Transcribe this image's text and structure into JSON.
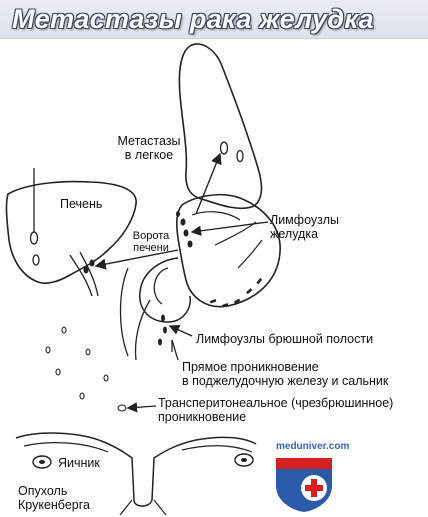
{
  "title": "Метастазы рака желудка",
  "labels": {
    "lung_line1": "Метастазы",
    "lung_line2": "в легкое",
    "liver": "Печень",
    "porta_line1": "Ворота",
    "porta_line2": "печени",
    "stomach_nodes_line1": "Лимфоузлы",
    "stomach_nodes_line2": "желудка",
    "abdominal_nodes": "Лимфоузлы брюшной полости",
    "direct_line1": "Прямое проникновение",
    "direct_line2": "в поджелудочную железу и сальник",
    "transperitoneal_line1": "Трансперитонеальное (чрезбрюшинное)",
    "transperitoneal_line2": "проникновение",
    "ovary": "Яичник",
    "krukenberg_line1": "Опухоль",
    "krukenberg_line2": "Крукенберга"
  },
  "watermark": "meduniver.com",
  "colors": {
    "badge_red": "#d32222",
    "badge_blue": "#2b5aa8",
    "ink": "#222222"
  }
}
